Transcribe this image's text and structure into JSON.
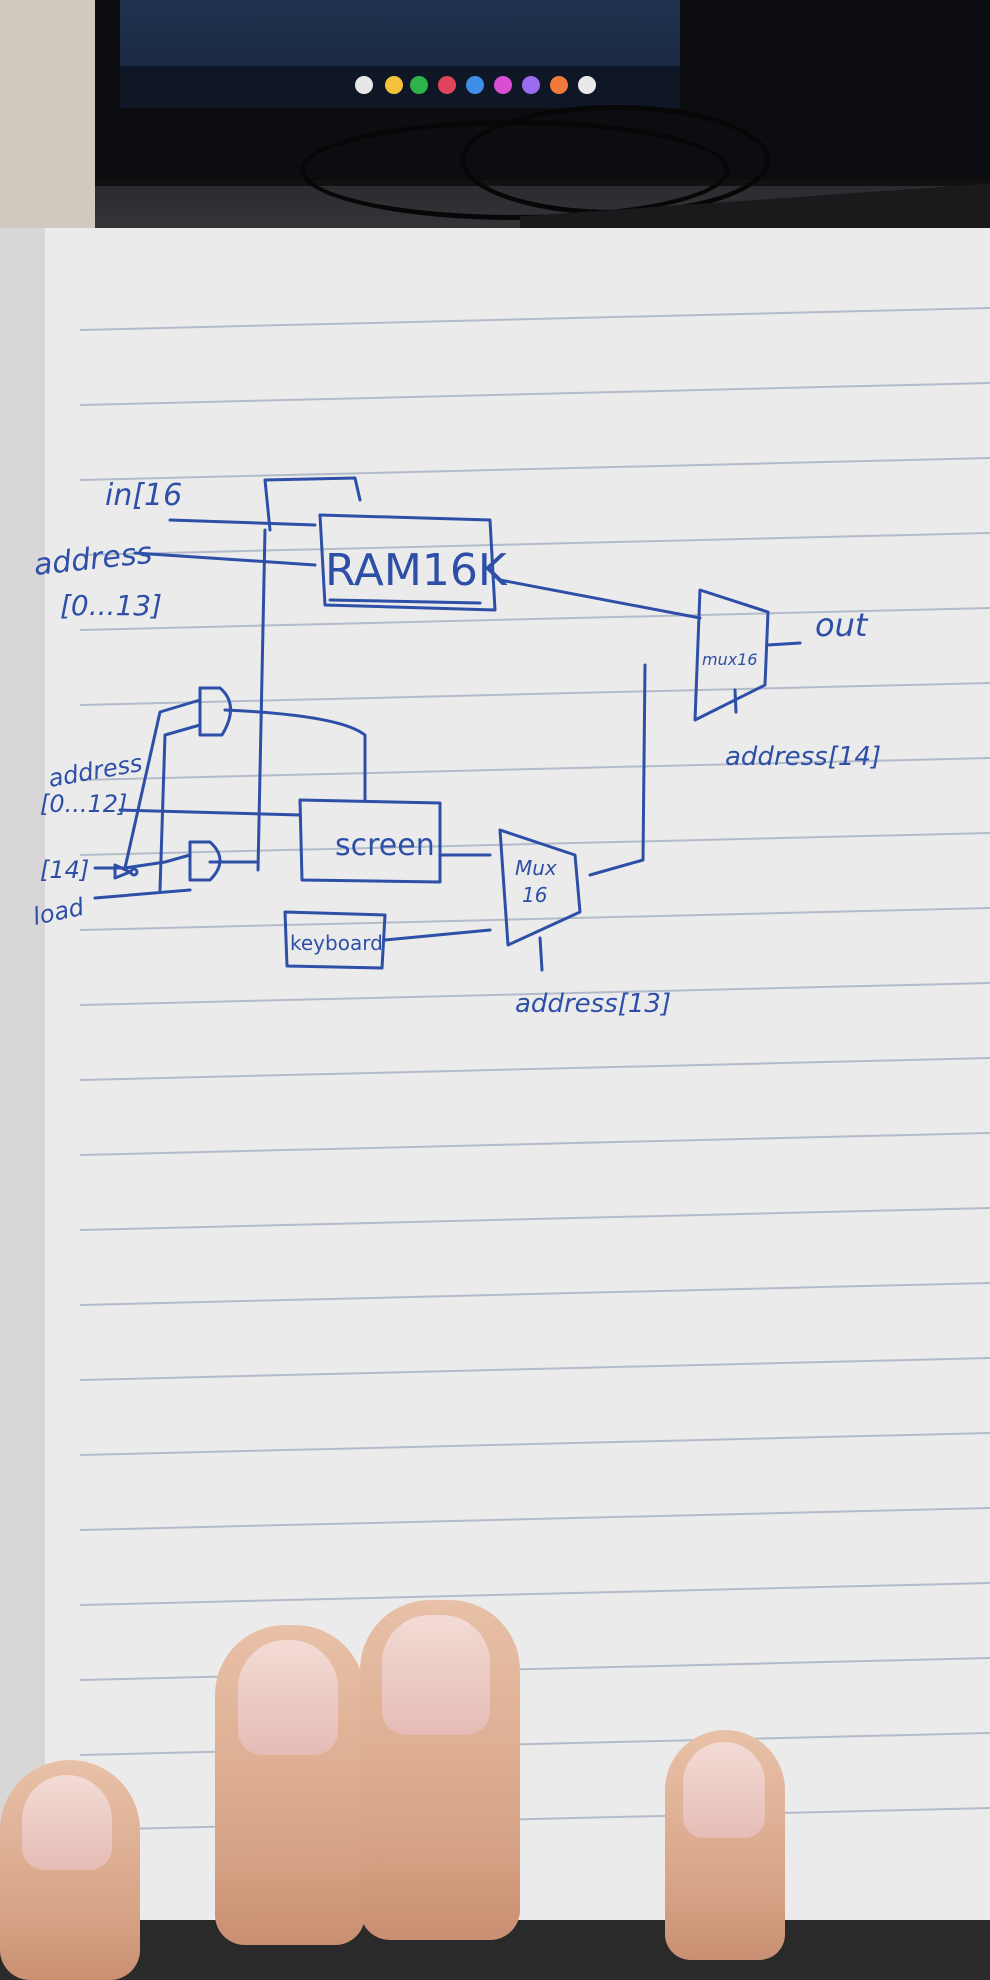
{
  "diagram": {
    "labels": {
      "in": "in[16",
      "address_top": "address",
      "address_top_range": "[0...13]",
      "ram": "RAM16K",
      "out": "out",
      "address_left": "address",
      "address_left_range": "[0...12]",
      "bit14": "[14]",
      "load": "load",
      "screen": "screen",
      "keyboard": "keyboard",
      "mux_bottom": "Mux",
      "mux_bottom_width": "16",
      "mux_right": "mux16",
      "address_14": "address[14]",
      "address_13": "address[13]"
    }
  },
  "colors": {
    "ink": "#2d4fa8",
    "paper": "#ecebeb",
    "rule_line": "#a9b3c4"
  }
}
